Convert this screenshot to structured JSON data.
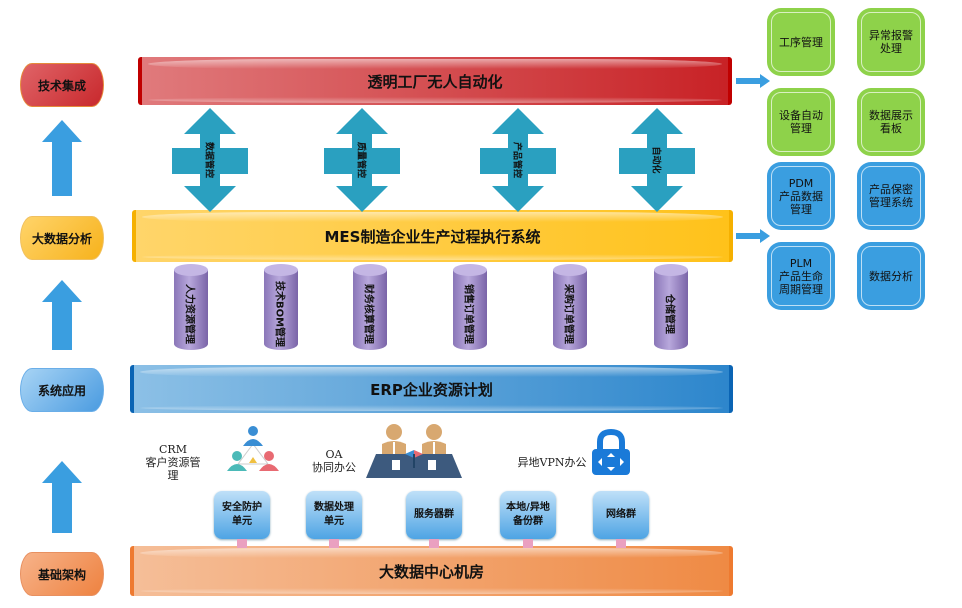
{
  "layers": {
    "tech_integration": "技术集成",
    "big_data_analysis": "大数据分析",
    "system_application": "系统应用",
    "infrastructure": "基础架构"
  },
  "bars": {
    "transparent_factory": "透明工厂无人自动化",
    "mes": "MES制造企业生产过程执行系统",
    "erp": "ERP企业资源计划",
    "data_center": "大数据中心机房"
  },
  "control_arrows": [
    {
      "label": "数据管控"
    },
    {
      "label": "质量管控"
    },
    {
      "label": "产品管控"
    },
    {
      "label": "自动化"
    }
  ],
  "modules": [
    {
      "label": "人力资源管理"
    },
    {
      "label": "技术BOM管理"
    },
    {
      "label": "财务核算管理"
    },
    {
      "label": "销售订单管理"
    },
    {
      "label": "采购订单管理"
    },
    {
      "label": "仓储管理"
    }
  ],
  "right_tiles": [
    {
      "label": "工序管理",
      "color": "#8ed24a"
    },
    {
      "label": "异常报警\n处理",
      "color": "#8ed24a"
    },
    {
      "label": "设备自动\n管理",
      "color": "#8ed24a"
    },
    {
      "label": "数据展示\n看板",
      "color": "#8ed24a"
    },
    {
      "label": "PDM\n产品数据\n管理",
      "color": "#3a9ee0"
    },
    {
      "label": "产品保密\n管理系统",
      "color": "#3a9ee0"
    },
    {
      "label": "PLM\n产品生命\n周期管理",
      "color": "#3a9ee0"
    },
    {
      "label": "数据分析",
      "color": "#3a9ee0"
    }
  ],
  "apps": [
    {
      "label": "CRM\n客户资源管\n理",
      "icon": "people-network-icon"
    },
    {
      "label": "OA\n协同办公",
      "icon": "meeting-icon"
    },
    {
      "label": "异地VPN办公",
      "icon": "vpn-lock-icon"
    }
  ],
  "servers": [
    {
      "label": "安全防护\n单元"
    },
    {
      "label": "数据处理\n单元"
    },
    {
      "label": "服务器群"
    },
    {
      "label": "本地/异地\n备份群"
    },
    {
      "label": "网络群"
    }
  ],
  "colors": {
    "red": "#c82226",
    "yellow": "#ffc21a",
    "blue": "#2d86cc",
    "orange": "#ef8a44",
    "arrow_teal": "#2aa0c0",
    "arrow_blue": "#3a9ee0",
    "cylinder": "#9a88c8",
    "tile_green": "#8ed24a",
    "tile_blue": "#3a9ee0"
  }
}
